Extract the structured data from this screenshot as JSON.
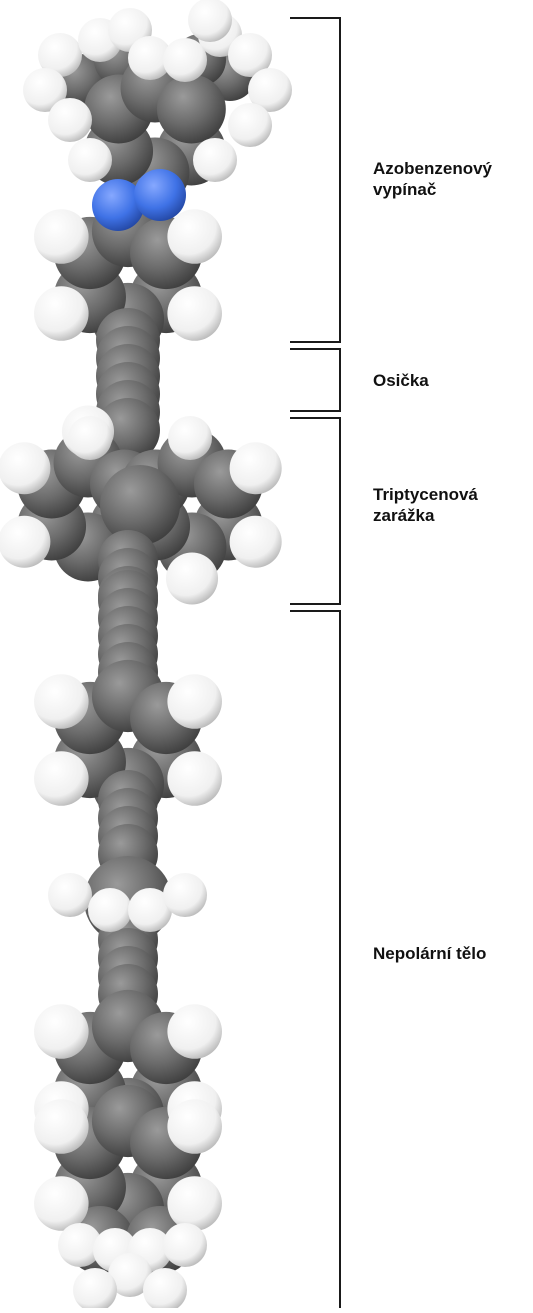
{
  "labels": {
    "azobenzene_line1": "Azobenzenový",
    "azobenzene_line2": "vypínač",
    "axle": "Osička",
    "stopper_line1": "Triptycenová",
    "stopper_line2": "zarážka",
    "body": "Nepolární tělo"
  },
  "atom_colors": {
    "carbon": "#6b6b6b",
    "hydrogen": "#f2f2f2",
    "nitrogen": "#3f72e6"
  },
  "bracket_color": "#1a1a1a"
}
